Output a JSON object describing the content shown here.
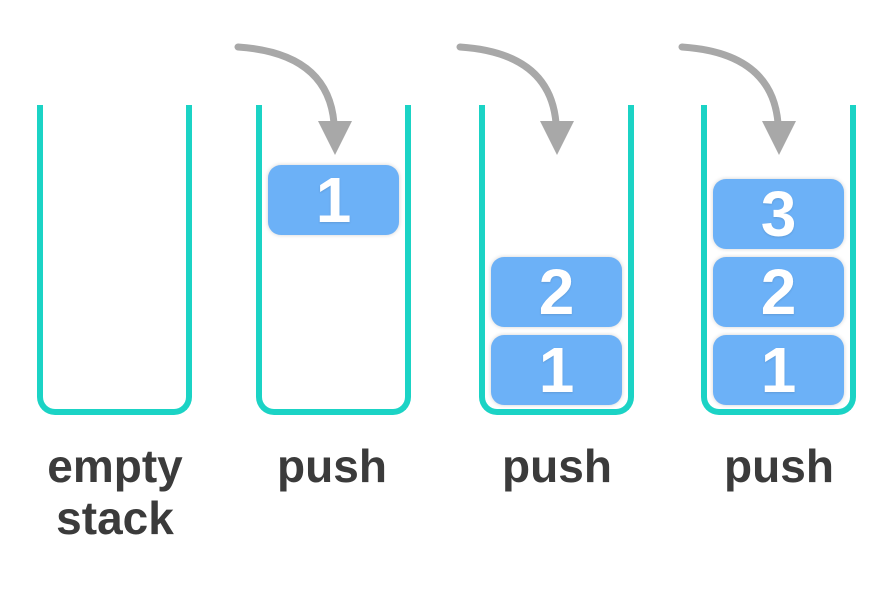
{
  "diagram": {
    "colors": {
      "background": "#ffffff",
      "stack_outline": "#1bd3c5",
      "block_fill": "#6cb1f7",
      "block_text": "#ffffff",
      "arrow": "#a8a8a8",
      "label_text": "#3b3b3b"
    },
    "arrow_icon": "curved-down-arrow",
    "stacks": [
      {
        "label": "empty stack",
        "blocks": []
      },
      {
        "label": "push",
        "blocks": [
          "1"
        ]
      },
      {
        "label": "push",
        "blocks": [
          "2",
          "1"
        ]
      },
      {
        "label": "push",
        "blocks": [
          "3",
          "2",
          "1"
        ]
      }
    ]
  }
}
